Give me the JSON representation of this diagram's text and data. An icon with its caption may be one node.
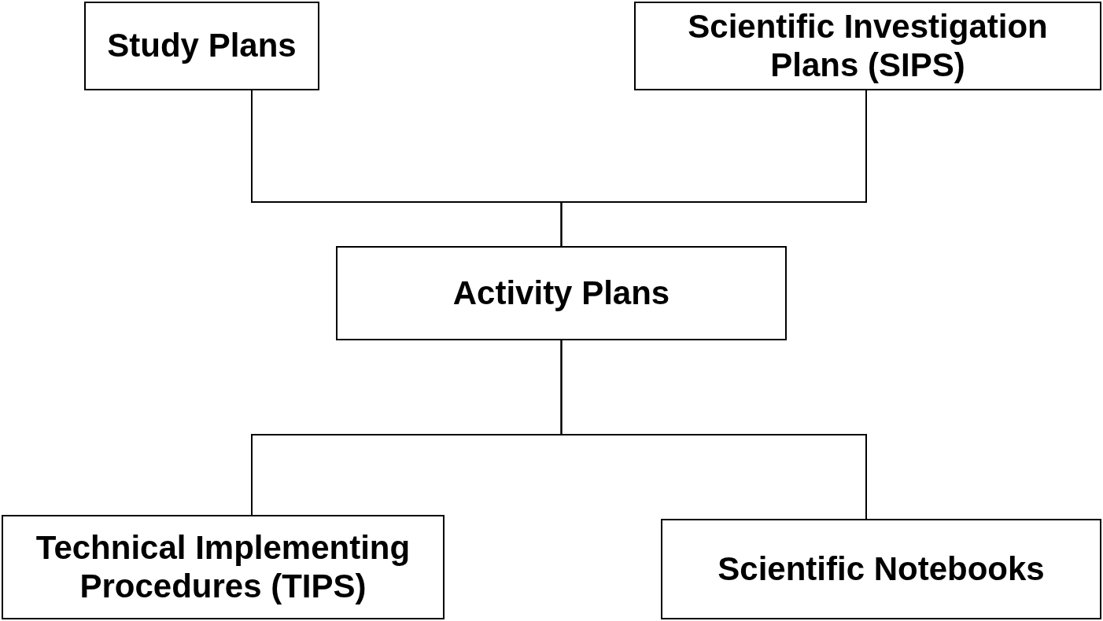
{
  "diagram": {
    "nodes": [
      {
        "text": [
          "Study Plans"
        ]
      },
      {
        "text": [
          "Scientific Investigation Plans (SIPS)"
        ]
      },
      {
        "text": [
          "Activity Plans"
        ]
      },
      {
        "text": [
          "Technical Implementing Procedures (TIPS)"
        ]
      },
      {
        "text": [
          "Scientific Notebooks"
        ]
      }
    ],
    "edges": [
      {
        "from": 0,
        "to": 2,
        "arrow": "none"
      },
      {
        "from": 1,
        "to": 2,
        "arrow": "none"
      },
      {
        "from": 2,
        "to": 3,
        "arrow": "none"
      },
      {
        "from": 2,
        "to": 4,
        "arrow": "none"
      }
    ]
  }
}
